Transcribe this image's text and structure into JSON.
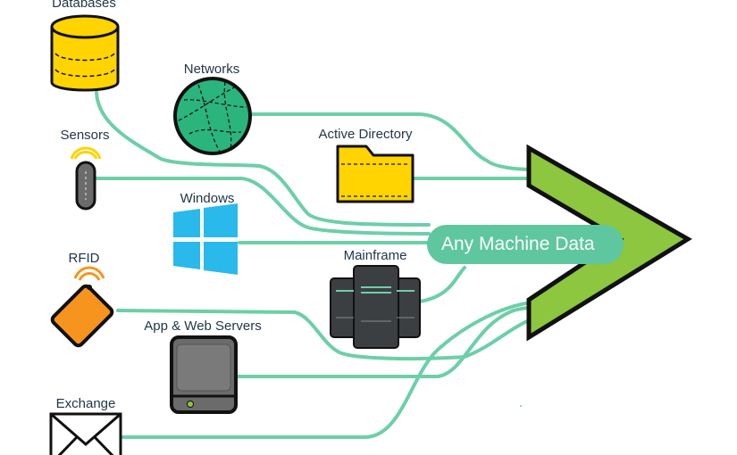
{
  "hub": {
    "label": "Any Machine Data"
  },
  "sources": {
    "databases": "Databases",
    "networks": "Networks",
    "sensors": "Sensors",
    "active_directory": "Active Directory",
    "windows": "Windows",
    "mainframe": "Mainframe",
    "rfid": "RFID",
    "app_web_servers": "App & Web Servers",
    "exchange": "Exchange"
  },
  "colors": {
    "connector": "#6ccfa8",
    "chevron": "#8dc63f",
    "outline": "#111111"
  }
}
